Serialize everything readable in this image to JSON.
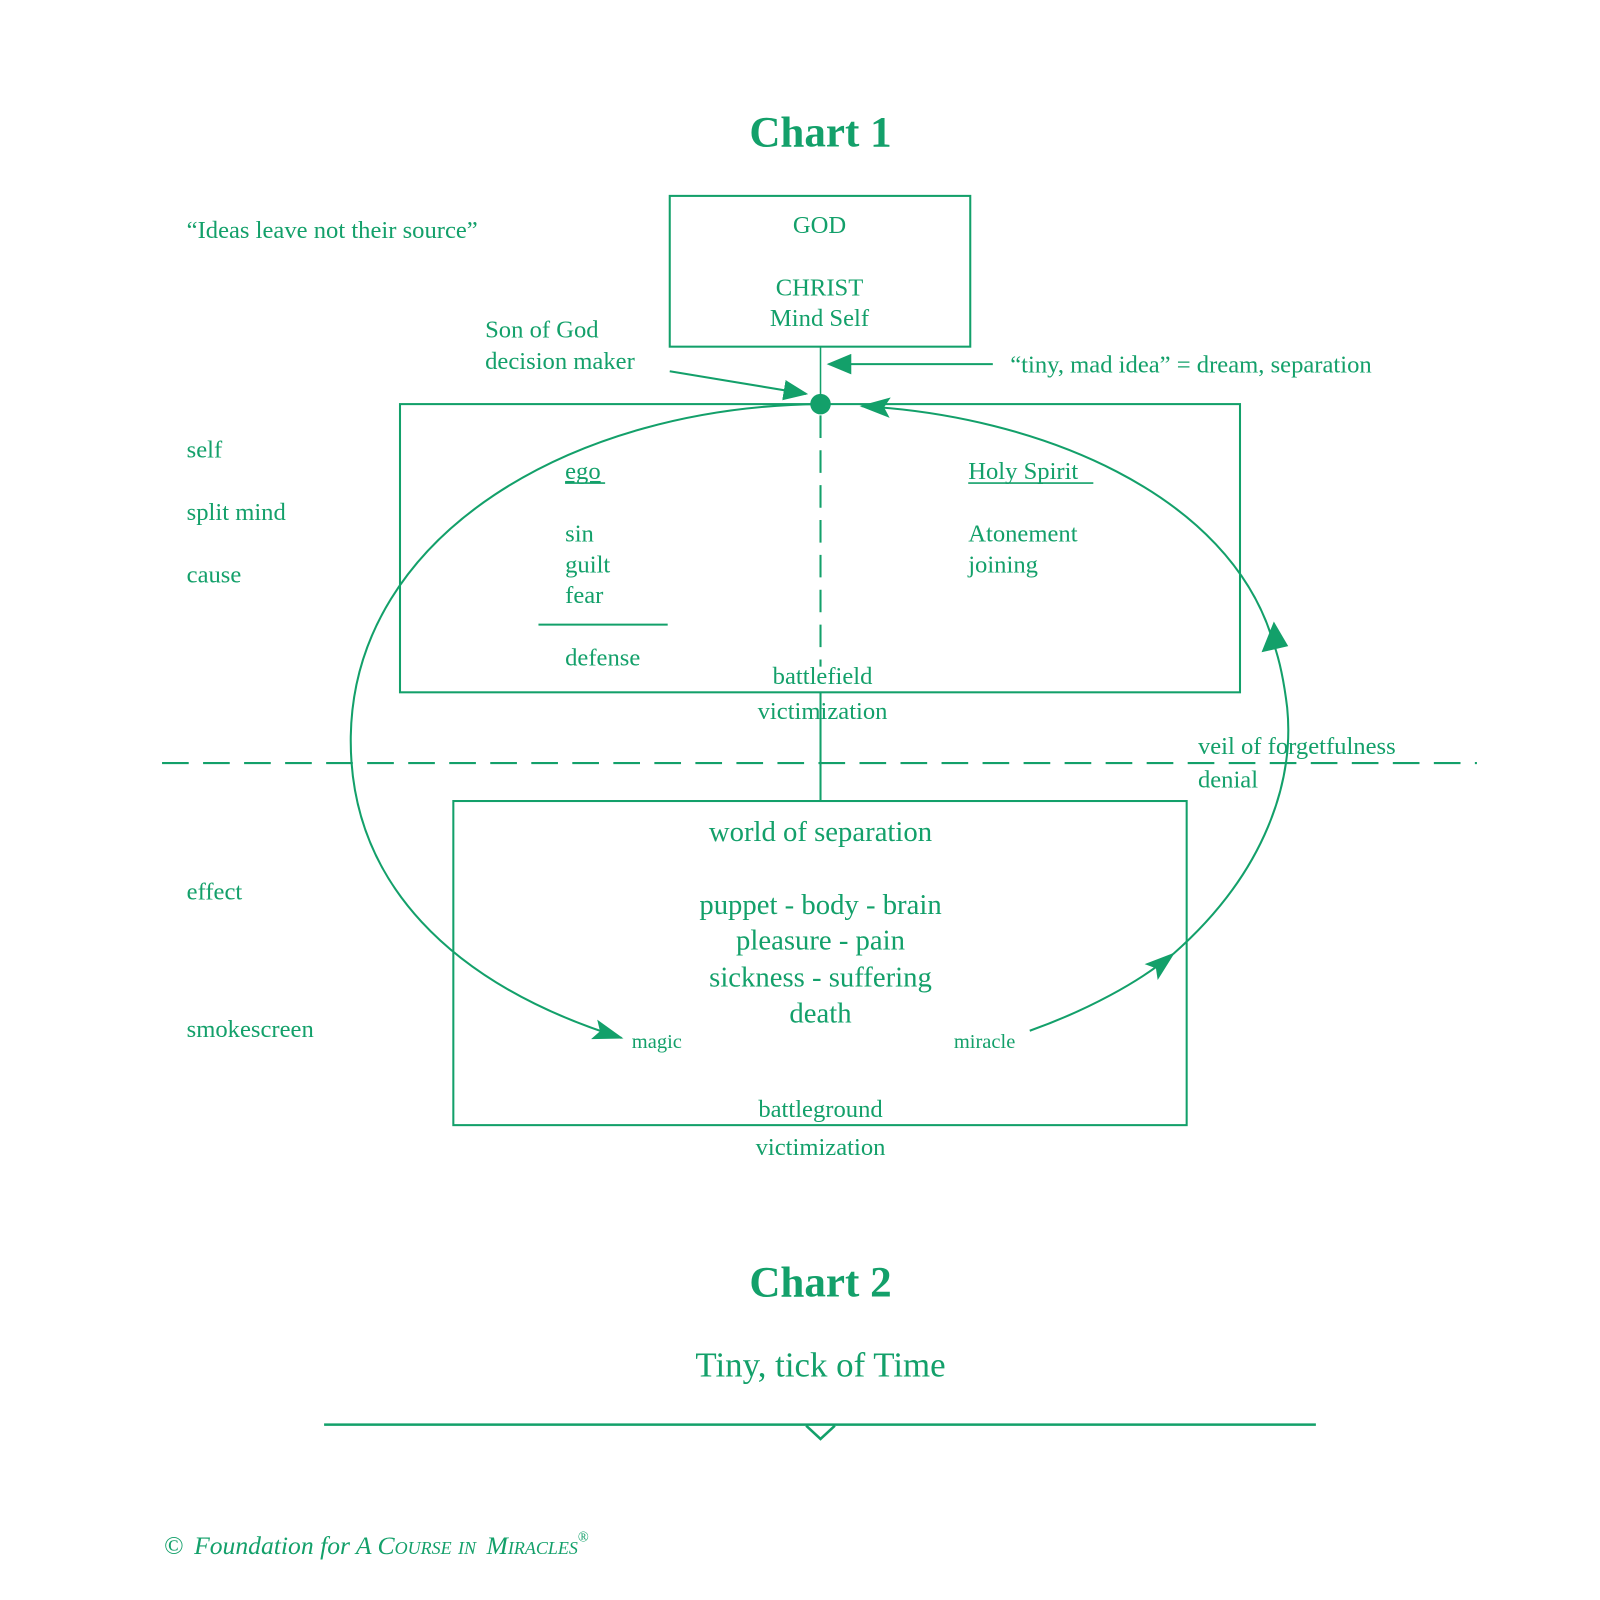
{
  "colors": {
    "accent": "#13a06a",
    "background": "#ffffff"
  },
  "chart1": {
    "title": "Chart 1",
    "quote": "“Ideas leave not their source”",
    "top_box": {
      "line1": "GOD",
      "line2": "CHRIST",
      "line3": "Mind Self"
    },
    "son_of_god": {
      "line1": "Son of God",
      "line2": "decision maker"
    },
    "tiny_mad_idea": "“tiny, mad idea” = dream, separation",
    "left_labels": {
      "self": "self",
      "split_mind": "split mind",
      "cause": "cause",
      "effect": "effect",
      "smokescreen": "smokescreen"
    },
    "ego_column": {
      "heading": "ego",
      "items": [
        "sin",
        "guilt",
        "fear"
      ],
      "below_rule": "defense"
    },
    "holy_spirit_column": {
      "heading": "Holy Spirit",
      "items": [
        "Atonement",
        "joining"
      ]
    },
    "mind_box_footer": {
      "line1": "battlefield",
      "line2": "victimization"
    },
    "veil": {
      "line1": "veil of forgetfulness",
      "line2": "denial"
    },
    "world_box": {
      "heading": "world of separation",
      "items": [
        "puppet - body - brain",
        "pleasure - pain",
        "sickness - suffering",
        "death"
      ],
      "footer1": "battleground",
      "footer2": "victimization"
    },
    "arrows": {
      "left": "magic",
      "right": "miracle"
    }
  },
  "chart2": {
    "title": "Chart 2",
    "subtitle": "Tiny, tick of Time"
  },
  "footer": {
    "copyright_symbol": "©",
    "text_prefix": "Foundation for A ",
    "text_course": "Course in ",
    "text_miracles": "Miracles",
    "registered": "®"
  }
}
